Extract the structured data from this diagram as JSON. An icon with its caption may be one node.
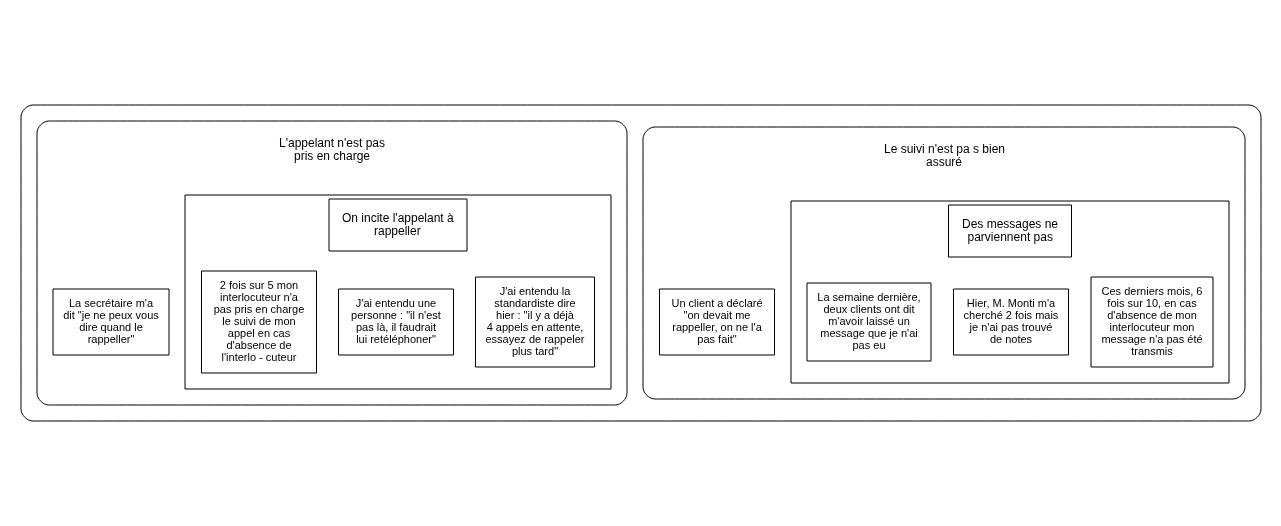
{
  "diagram": {
    "nodes": [
      {
        "text": [],
        "shape": "box"
      },
      {
        "text": [
          "Le suivi n'est pa s bien assuré"
        ],
        "in": 0
      },
      {
        "text": [
          "Des messages ne parviennent pas"
        ],
        "in": 1
      },
      {
        "text": [
          "Ces derniers mois, 6 fois sur 10, en cas d'absence de mon interlocuteur mon message n'a pas été transmis"
        ],
        "in": 2
      },
      {
        "text": [
          "Hier, M. Monti m'a cherché 2 fois mais je n'ai pas trouvé de notes"
        ],
        "in": 2
      },
      {
        "text": [
          "La semaine dernière, deux clients ont dit m'avoir laissé un message que je n'ai pas eu"
        ],
        "in": 2
      },
      {
        "text": [
          "Un client a déclaré \"on devait me rappeller, on ne l'a pas fait\""
        ],
        "in": 1
      },
      {
        "text": [
          "L'appelant n'est pas pris en charge"
        ],
        "in": 0
      },
      {
        "text": [
          "La secrétaire m'a dit \"je ne peux vous dire quand le rappeller\""
        ],
        "in": 7
      },
      {
        "text": [
          "On incite l'appelant à rappeller"
        ],
        "in": 7
      },
      {
        "text": [
          "J'ai entendu la standardiste dire hier : \"il y a déjà 4 appels en attente, essayez de rappeler plus tard\""
        ],
        "in": 9
      },
      {
        "text": [
          "J'ai entendu une personne : \"il n'est pas là, il faudrait lui retéléphoner\""
        ],
        "in": 9
      },
      {
        "text": [
          "2 fois sur 5 mon interlocuteur n'a pas pris en charge le suivi de mon appel en cas d'absence de l'interlo - cuteur"
        ],
        "in": 9
      }
    ]
  }
}
